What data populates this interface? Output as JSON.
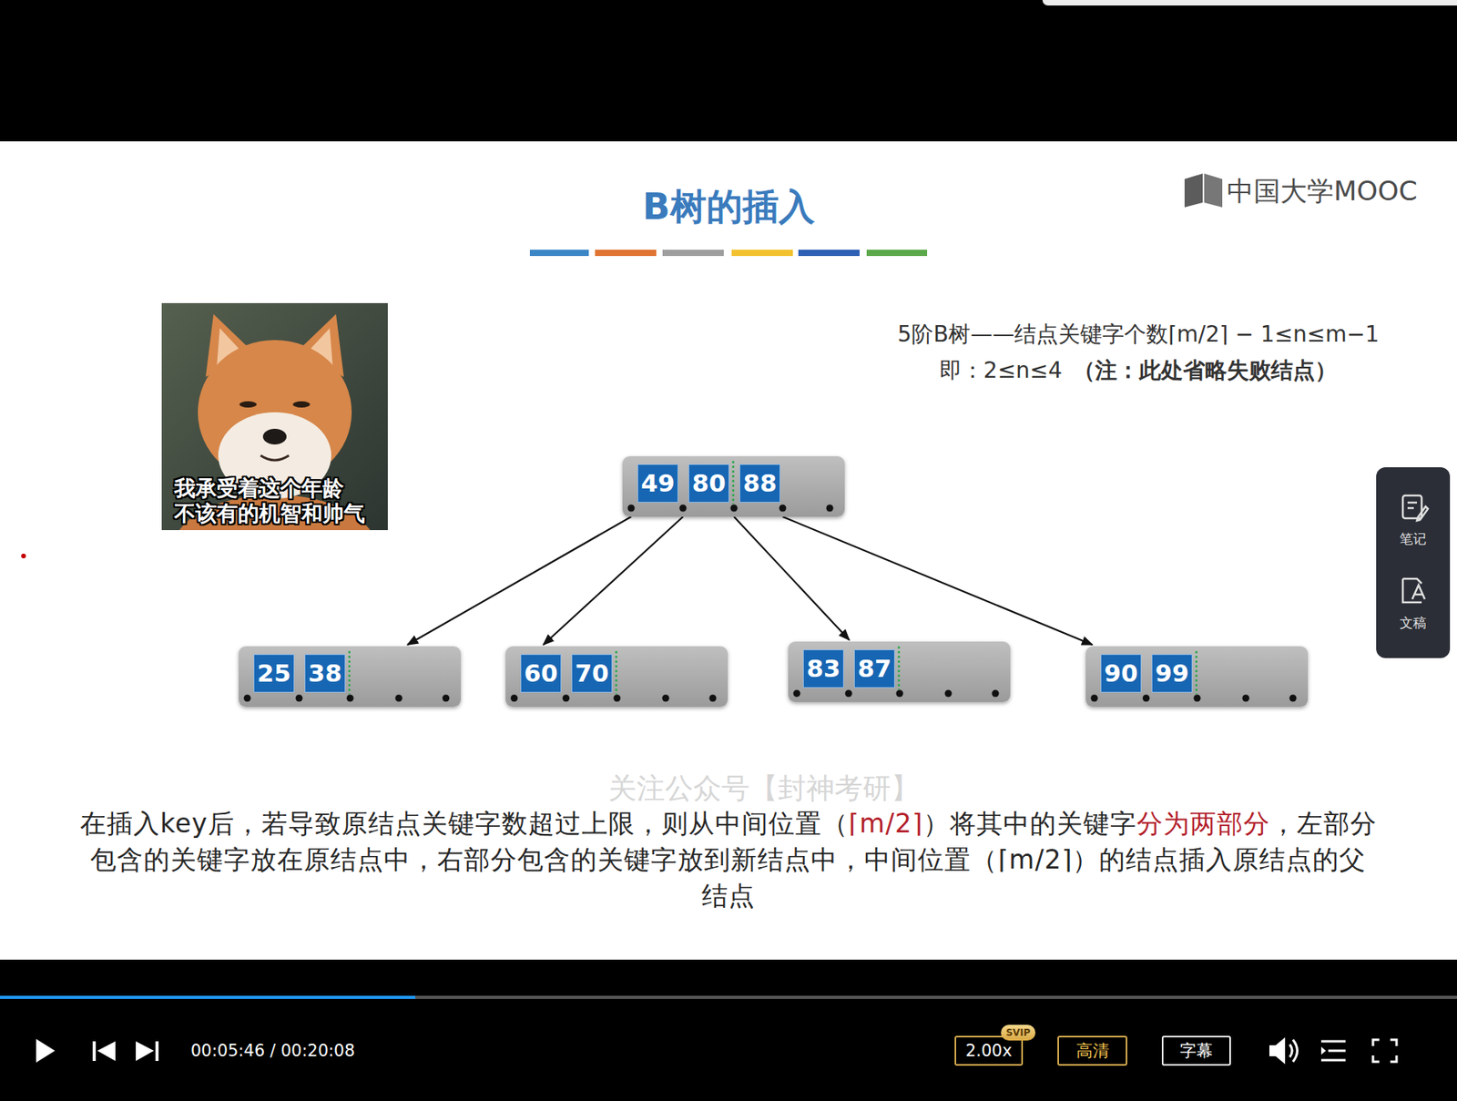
{
  "diagram": {
    "title": "B树的插入",
    "nodes": [
      {
        "text": [
          "49",
          "80",
          "88"
        ]
      },
      {
        "text": [
          "25",
          "38"
        ]
      },
      {
        "text": [
          "60",
          "70"
        ]
      },
      {
        "text": [
          "83",
          "87"
        ]
      },
      {
        "text": [
          "90",
          "99"
        ]
      },
      {
        "text": [
          "笔记",
          "文稿"
        ]
      },
      {
        "text": [
          "2.00x"
        ]
      },
      {
        "text": [
          "SVIP"
        ]
      },
      {
        "text": [
          "高清"
        ]
      },
      {
        "text": [
          "字幕"
        ]
      }
    ],
    "edges": [
      {
        "from": 0,
        "to": 1,
        "arrow": "to"
      },
      {
        "from": 0,
        "to": 2,
        "arrow": "to"
      },
      {
        "from": 0,
        "to": 3,
        "arrow": "to"
      },
      {
        "from": 0,
        "to": 4,
        "arrow": "to"
      }
    ],
    "labels": [
      "中国大学MOOC",
      "我承受着这个年龄",
      "不该有的机智和帅气",
      "5阶B树——结点关键字个数⌈m/2⌉ − 1≤n≤m−1",
      "即：2≤n≤4",
      "（注：此处省略失败结点）",
      "关注公众号【封神考研】",
      "在插入key后，若导致原结点关键字数超过上限，则从中间位置（",
      "⌈m/2⌉",
      "）将其中的关键字",
      "分为两部分",
      "，左部分包含的关键字放在原结点中，右部分包含的关键字放到新结点中，中间位置（⌈m/2⌉）的结点插入原结点的父结点",
      "00:05:46 / 00:20:08"
    ]
  }
}
